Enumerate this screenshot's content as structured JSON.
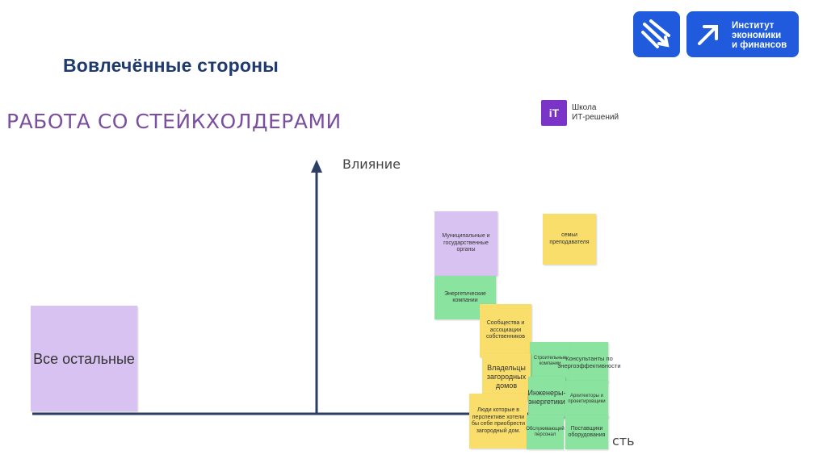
{
  "slide": {
    "title": "Вовлечённые стороны"
  },
  "logos": {
    "institute_text": [
      "Институт",
      "экономики",
      "и финансов"
    ],
    "school_icon_text": "iT",
    "school_text": [
      "Школа",
      "ИТ-решений"
    ]
  },
  "board": {
    "heading": "РАБОТА СО СТЕЙКХОЛДЕРАМИ",
    "y_axis_label": "Влияние",
    "x_axis_label_visible": "сть"
  },
  "notes": [
    {
      "id": "all-others",
      "text": "Все остальные",
      "color": "purple"
    },
    {
      "id": "municipal",
      "text": "Муниципальные и государственные органы",
      "color": "purple"
    },
    {
      "id": "teachers-families",
      "text": "семьи преподавателя",
      "color": "yellow"
    },
    {
      "id": "energy-companies",
      "text": "Энергетические компании",
      "color": "green"
    },
    {
      "id": "communities",
      "text": "Сообщества и ассоциации собственников",
      "color": "yellow"
    },
    {
      "id": "construction",
      "text": "Строительные компании",
      "color": "green"
    },
    {
      "id": "consultants",
      "text": "Консультанты по энергоэффективности",
      "color": "green"
    },
    {
      "id": "house-owners",
      "text": "Владельцы загородных домов",
      "color": "yellow"
    },
    {
      "id": "engineers",
      "text": "Инженеры-энергетики",
      "color": "green"
    },
    {
      "id": "architects",
      "text": "Архитекторы и проектировщики",
      "color": "green"
    },
    {
      "id": "future-buyers",
      "text": "Люди которые в перспективе хотели бы себе приобрести загородный дом.",
      "color": "yellow"
    },
    {
      "id": "service-staff",
      "text": "Обслуживающий персонал",
      "color": "green"
    },
    {
      "id": "suppliers",
      "text": "Поставщики оборудования",
      "color": "green"
    }
  ],
  "colors": {
    "axis": "#2c3e64",
    "purple": "#d8c2f2",
    "green": "#8be3a0",
    "yellow": "#f9de6b",
    "brand": "#1f5bdc"
  }
}
